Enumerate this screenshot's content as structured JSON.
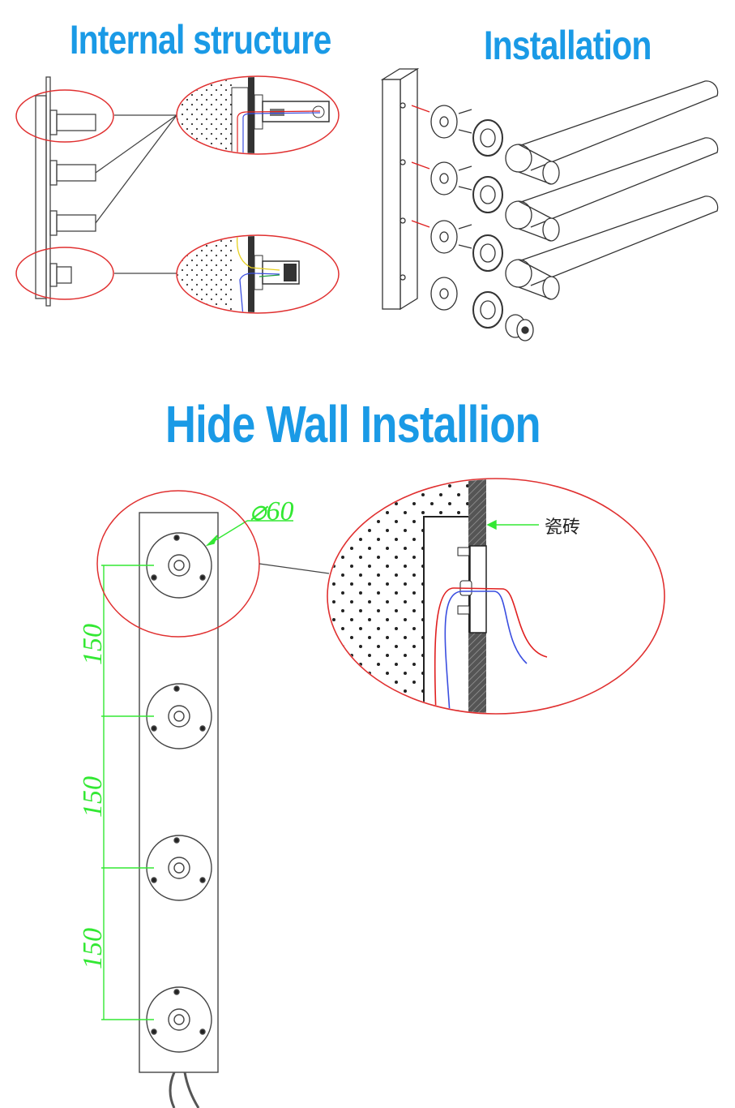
{
  "titles": {
    "internal": "Internal structure",
    "installation": "Installation",
    "hide_wall": "Hide Wall Installion"
  },
  "dimensions": {
    "diameter": "⌀60",
    "spacing": [
      "150",
      "150",
      "150"
    ]
  },
  "labels": {
    "tile": "瓷砖"
  },
  "colors": {
    "title": "#1a9ae6",
    "dimension": "#33e833",
    "highlight": "#e03030",
    "wire_red": "#e02020",
    "wire_blue": "#3a4ee0"
  }
}
